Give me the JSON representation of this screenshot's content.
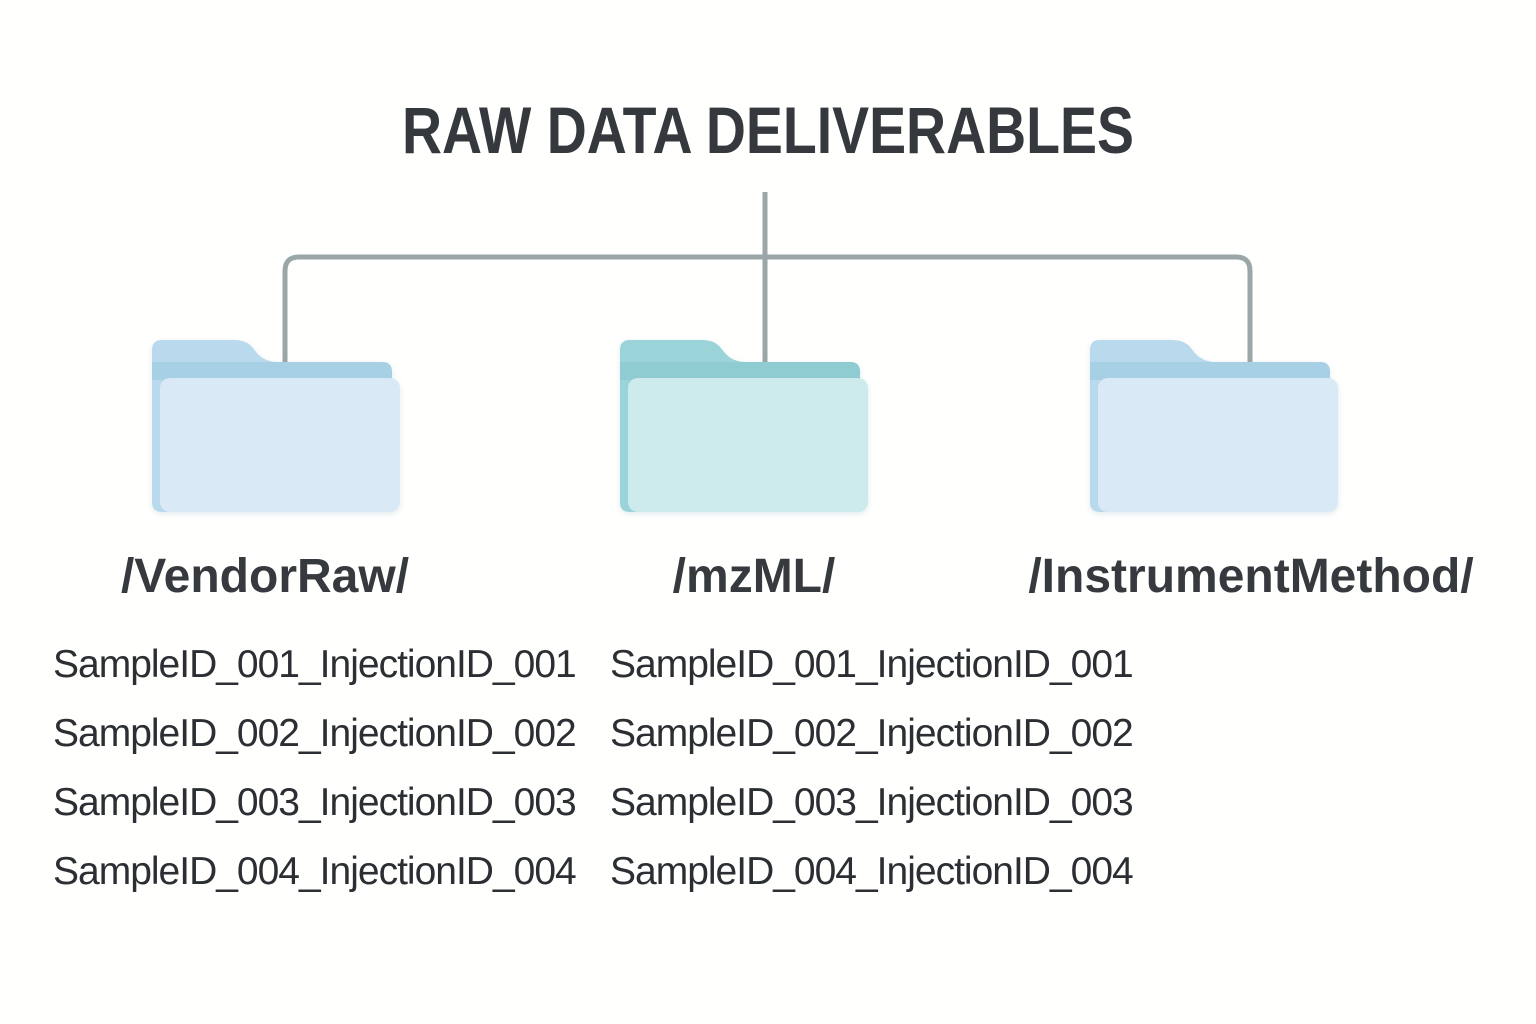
{
  "title": "RAW DATA DELIVERABLES",
  "colors": {
    "background": "#fffffe",
    "heading_text": "#35393d",
    "label_text": "#363a3e",
    "file_text": "#2b2f33",
    "connector_line": "#9aa6a7",
    "blue_folder_tab": "#b9daec",
    "blue_folder_strip": "#a8d0e5",
    "blue_folder_body": "#d9eaf6",
    "teal_folder_tab": "#9ad4d8",
    "teal_folder_strip": "#8fccd2",
    "teal_folder_body": "#cdeaec"
  },
  "folders": [
    {
      "label": "/VendorRaw/",
      "tab_color": "#b9daec",
      "strip_color": "#a8d0e5",
      "body_color": "#d9eaf6"
    },
    {
      "label": "/mzML/",
      "tab_color": "#9ad4d8",
      "strip_color": "#8fccd2",
      "body_color": "#cdeaec"
    },
    {
      "label": "/InstrumentMethod/",
      "tab_color": "#b9daec",
      "strip_color": "#a8d0e5",
      "body_color": "#d9eaf6"
    }
  ],
  "file_lists": [
    {
      "folder": "/VendorRaw/",
      "files": [
        "SampleID_001_InjectionID_001",
        "SampleID_002_InjectionID_002",
        "SampleID_003_InjectionID_003",
        "SampleID_004_InjectionID_004"
      ]
    },
    {
      "folder": "/mzML/",
      "files": [
        "SampleID_001_InjectionID_001",
        "SampleID_002_InjectionID_002",
        "SampleID_003_InjectionID_003",
        "SampleID_004_InjectionID_004"
      ]
    }
  ]
}
